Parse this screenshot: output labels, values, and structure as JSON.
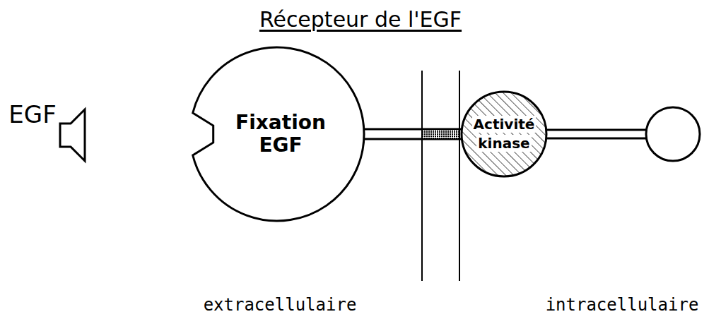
{
  "diagram": {
    "title": "Récepteur de l'EGF",
    "nodes": [
      {
        "text": [
          "Fixation EGF"
        ]
      },
      {
        "text": [
          "Activité kinase"
        ]
      }
    ],
    "edges": [
      {
        "from": 0,
        "to": 1,
        "arrow": "none"
      }
    ],
    "labels": [
      "EGF",
      "extracellulaire",
      "intracellulaire"
    ]
  }
}
